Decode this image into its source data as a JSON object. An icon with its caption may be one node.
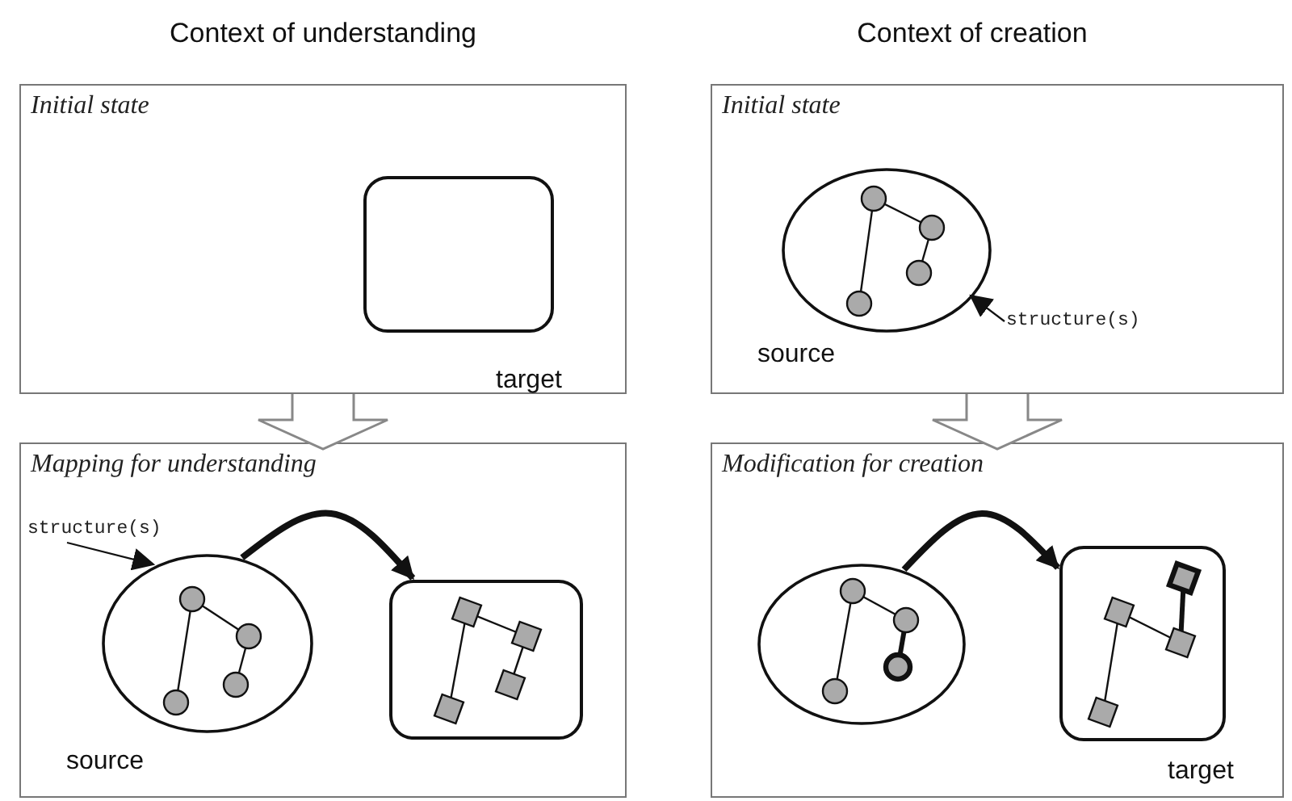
{
  "diagram": {
    "nodes": [
      {
        "text": [
          "Initial state"
        ]
      },
      {
        "text": [
          "target"
        ],
        "in": 0
      },
      {
        "text": [
          "Initial state"
        ]
      },
      {
        "text": [
          "source"
        ],
        "in": 2
      },
      {
        "text": [
          "structure(s)"
        ],
        "in": 2
      },
      {
        "text": [
          "Mapping for understanding"
        ]
      },
      {
        "text": [
          "structure(s)"
        ],
        "in": 5
      },
      {
        "text": [
          "source"
        ],
        "in": 5
      },
      {
        "text": [],
        "shape": "box",
        "in": 5
      },
      {
        "text": [
          "Modification for creation"
        ]
      },
      {
        "text": [],
        "shape": "circle",
        "in": 9
      },
      {
        "text": [
          "target"
        ],
        "in": 9
      }
    ],
    "edges": [
      {
        "from": 0,
        "to": 5,
        "arrow": "to"
      },
      {
        "from": 2,
        "to": 9,
        "arrow": "to"
      },
      {
        "from": 4,
        "to": 3,
        "arrow": "to"
      },
      {
        "from": 6,
        "to": 7,
        "arrow": "to"
      },
      {
        "from": 7,
        "to": 8,
        "arrow": "to",
        "style": "thick"
      },
      {
        "from": 10,
        "to": 11,
        "arrow": "to",
        "style": "thick"
      }
    ],
    "labels": [
      "Context of understanding",
      "Context of creation"
    ]
  }
}
